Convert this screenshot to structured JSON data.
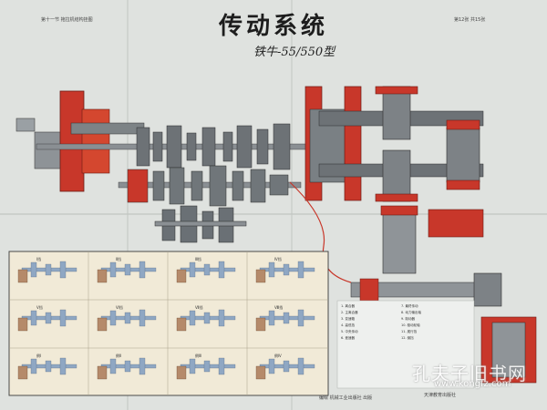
{
  "poster": {
    "title": "传动系统",
    "subtitle": "铁牛-55/550型",
    "header_left": "第十一节 拖拉机结构挂图",
    "header_right": "第12张 共15张"
  },
  "watermark": {
    "brand": "孔夫子旧书网",
    "url": "www.kongfz.com"
  },
  "footer": {
    "publisher": "天津教育出版社",
    "credits": "编绘 机械工业出版社 出版"
  },
  "legend": {
    "items": [
      "1. 离合器",
      "2. 主离合器",
      "3. 变速箱",
      "4. 高低挡",
      "5. 中央传动",
      "6. 差速器",
      "7. 最终传动",
      "8. 动力输出轴",
      "9. 制动器",
      "10. 驱动轮轴",
      "11. 爬行挡",
      "12. 倒挡"
    ]
  },
  "gear_table": {
    "cells": [
      {
        "label": "Ⅰ挡"
      },
      {
        "label": "Ⅱ挡"
      },
      {
        "label": "Ⅲ挡"
      },
      {
        "label": "Ⅳ挡"
      },
      {
        "label": "Ⅴ挡"
      },
      {
        "label": "Ⅵ挡"
      },
      {
        "label": "Ⅶ挡"
      },
      {
        "label": "Ⅷ挡"
      },
      {
        "label": "倒Ⅰ"
      },
      {
        "label": "倒Ⅱ"
      },
      {
        "label": "倒Ⅲ"
      },
      {
        "label": "倒Ⅳ"
      }
    ]
  },
  "colors": {
    "paper": "#dfe2df",
    "housing_red": "#c8372a",
    "gear_grey": "#6d7276",
    "table_bg": "#f1ead7",
    "shaft_blue": "#7e9cc0"
  },
  "icons": [
    "clutch-icon",
    "gearbox-icon",
    "differential-icon",
    "final-drive-icon"
  ]
}
